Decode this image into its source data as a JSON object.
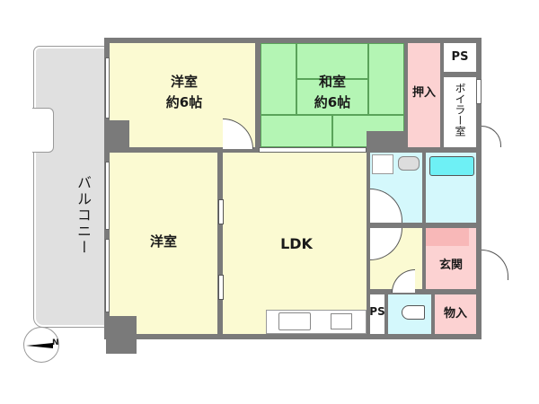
{
  "floorplan": {
    "rooms": {
      "western_room_1": {
        "name": "洋室",
        "size": "約6帖"
      },
      "japanese_room": {
        "name": "和室",
        "size": "約6帖"
      },
      "closet": {
        "name": "押入"
      },
      "ps_top": {
        "name": "PS"
      },
      "boiler_room": {
        "name": "ボイラー室"
      },
      "western_room_2": {
        "name": "洋室"
      },
      "ldk": {
        "name": "LDK"
      },
      "entrance": {
        "name": "玄関"
      },
      "storage": {
        "name": "物入"
      },
      "ps_bottom": {
        "name": "PS"
      },
      "balcony": {
        "name": "バルコニー"
      }
    },
    "compass": {
      "label": "N"
    },
    "colors": {
      "wall": "#7a7a7a",
      "western": "#fbfad2",
      "tatami": "#b4f5b4",
      "closet": "#fcd2d2",
      "wet_area": "#d4f8fc",
      "balcony": "#e0e0e0"
    }
  }
}
